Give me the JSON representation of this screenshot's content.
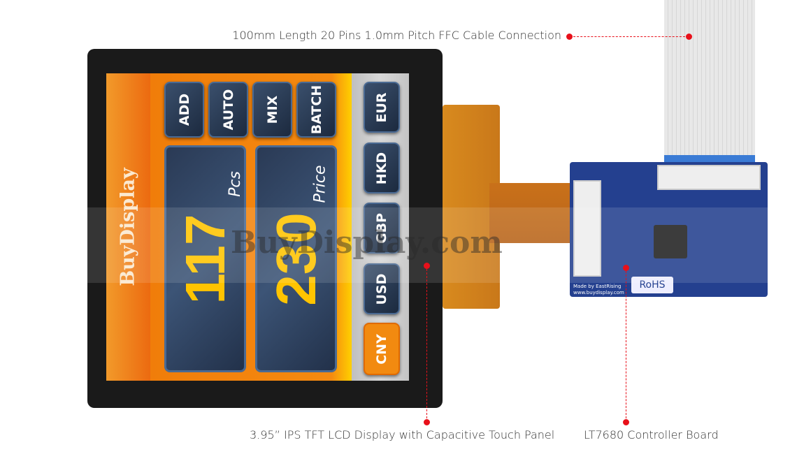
{
  "callouts": {
    "cable": "100mm Length 20 Pins 1.0mm Pitch FFC Cable Connection",
    "display": "3.95” IPS TFT LCD Display with Capacitive Touch Panel",
    "board": "LT7680 Controller Board"
  },
  "screen": {
    "logo": "BuyDisplay",
    "mode_buttons": [
      "ADD",
      "AUTO",
      "MIX",
      "BATCH"
    ],
    "pcs": {
      "value": "117",
      "unit": "Pcs"
    },
    "price": {
      "value": "230",
      "unit": "Price"
    },
    "currency_buttons": [
      "EUR",
      "HKD",
      "GBP",
      "USD",
      "CNY"
    ],
    "selected_currency": "CNY"
  },
  "board": {
    "rohs": "RoHS",
    "maker": "Made by EastRising",
    "site": "www.buydisplay.com"
  },
  "watermark": "BuyDisplay.com",
  "colors": {
    "accent": "#e8101a",
    "screen_orange": "#f07d0a",
    "digits": "#ffc400",
    "pcb": "#24408f"
  }
}
